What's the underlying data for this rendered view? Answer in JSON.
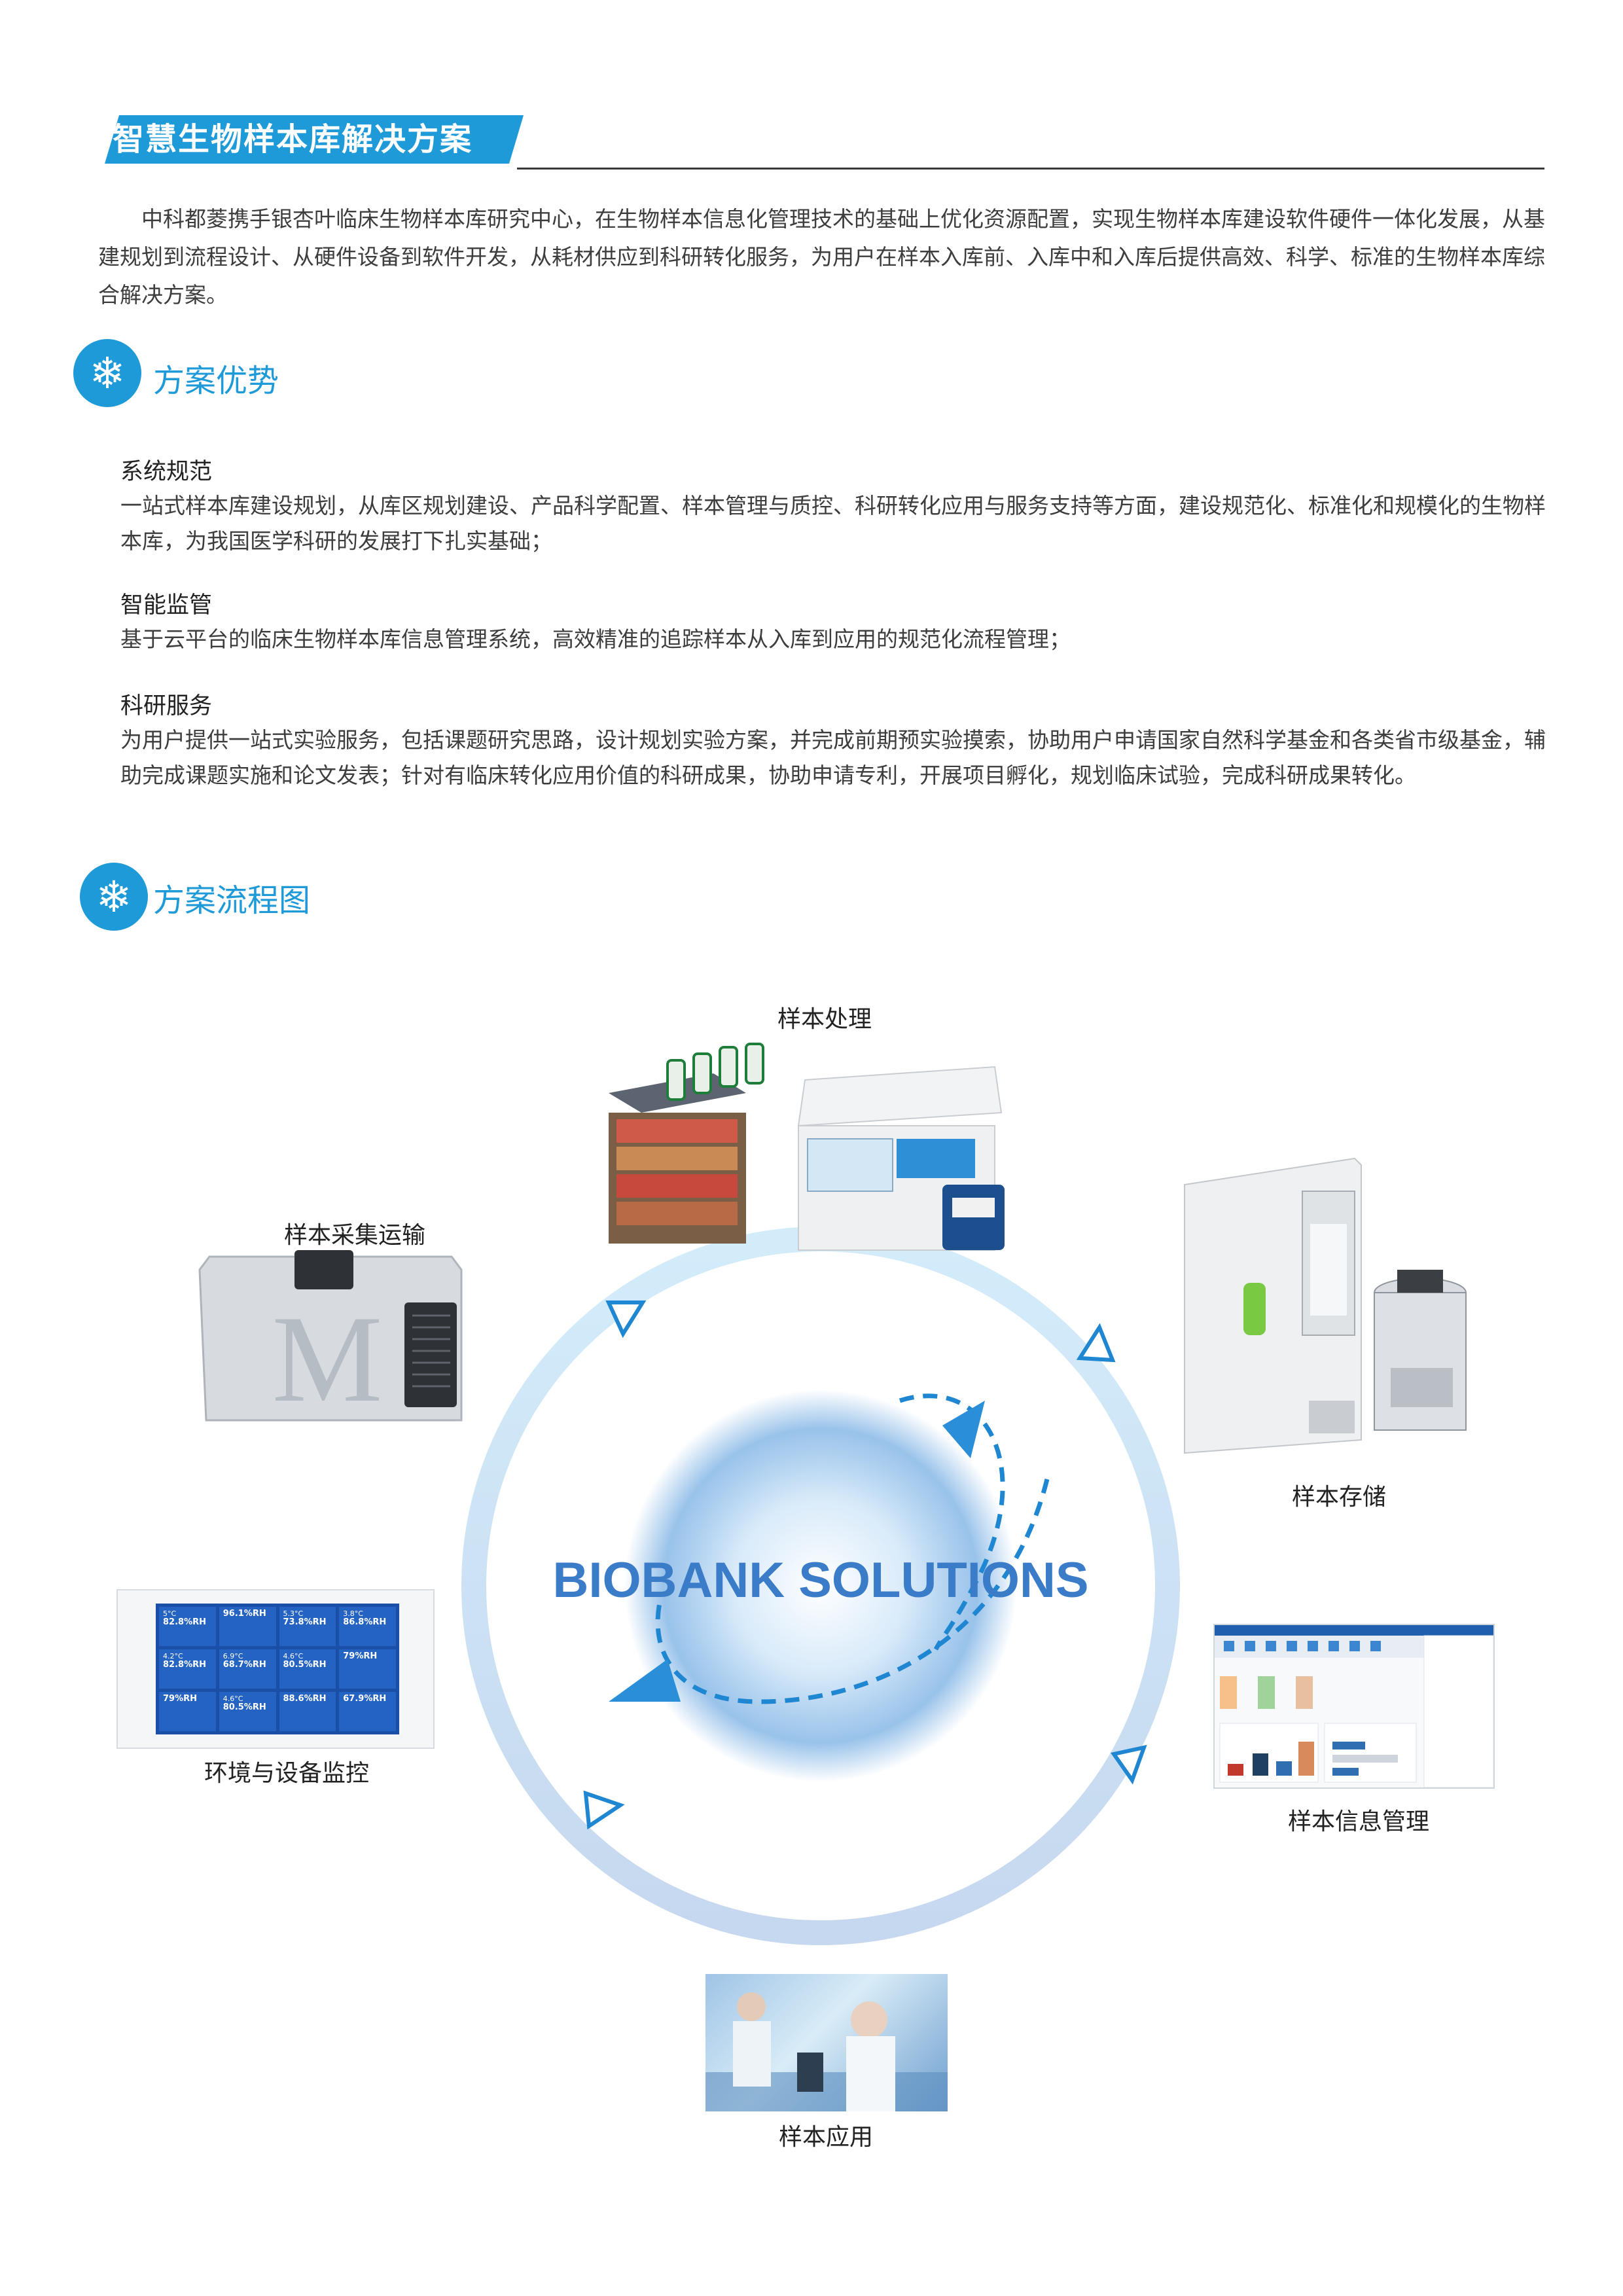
{
  "header": {
    "title": "智慧生物样本库解决方案"
  },
  "intro": {
    "paragraph": "中科都菱携手银杏叶临床生物样本库研究中心，在生物样本信息化管理技术的基础上优化资源配置，实现生物样本库建设软件硬件一体化发展，从基建规划到流程设计、从硬件设备到软件开发，从耗材供应到科研转化服务，为用户在样本入库前、入库中和入库后提供高效、科学、标准的生物样本库综合解决方案。"
  },
  "advantages": {
    "title": "方案优势",
    "items": [
      {
        "heading": "系统规范",
        "text": "一站式样本库建设规划，从库区规划建设、产品科学配置、样本管理与质控、科研转化应用与服务支持等方面，建设规范化、标准化和规模化的生物样本库，为我国医学科研的发展打下扎实基础；"
      },
      {
        "heading": "智能监管",
        "text": "基于云平台的临床生物样本库信息管理系统，高效精准的追踪样本从入库到应用的规范化流程管理；"
      },
      {
        "heading": "科研服务",
        "text": "为用户提供一站式实验服务，包括课题研究思路，设计规划实验方案，并完成前期预实验摸索，协助用户申请国家自然科学基金和各类省市级基金，辅助完成课题实施和论文发表；针对有临床转化应用价值的科研成果，协助申请专利，开展项目孵化，规划临床试验，完成科研成果转化。"
      }
    ]
  },
  "flow": {
    "title": "方案流程图",
    "center_text": "BIOBANK SOLUTIONS",
    "nodes": {
      "processing": "样本处理",
      "collection": "样本采集运输",
      "storage": "样本存储",
      "monitoring": "环境与设备监控",
      "info_management": "样本信息管理",
      "application": "样本应用"
    },
    "monitor_cells": [
      {
        "t": "5°C",
        "h": "82.8%RH",
        "red": false
      },
      {
        "t": "",
        "h": "96.1%RH",
        "red": false
      },
      {
        "t": "5.3°C",
        "h": "73.8%RH",
        "red": false
      },
      {
        "t": "3.8°C",
        "h": "86.8%RH",
        "red": false
      },
      {
        "t": "4.2°C",
        "h": "82.8%RH",
        "red": false
      },
      {
        "t": "6.9°C",
        "h": "68.7%RH",
        "red": false
      },
      {
        "t": "4.6°C",
        "h": "80.5%RH",
        "red": false
      },
      {
        "t": "",
        "h": "79%RH",
        "red": false
      },
      {
        "t": "",
        "h": "79%RH",
        "red": false
      },
      {
        "t": "4.6°C",
        "h": "80.5%RH",
        "red": false
      },
      {
        "t": "",
        "h": "88.6%RH",
        "red": false
      },
      {
        "t": "",
        "h": "67.9%RH",
        "red": false
      }
    ]
  },
  "colors": {
    "accent": "#1f9ad9",
    "title_banner": "#1f9ad9",
    "ring": "#cfe6f6"
  }
}
